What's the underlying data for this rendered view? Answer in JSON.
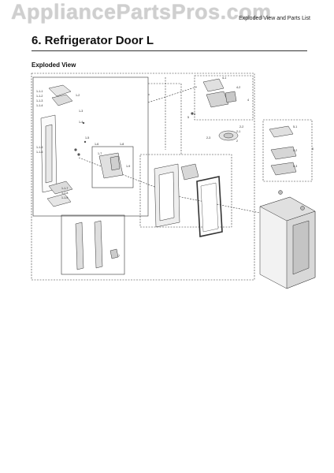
{
  "watermark": {
    "text": "AppliancePartsPros.com"
  },
  "header": {
    "right_text": "Exploded View and Parts List"
  },
  "page": {
    "title": "6.  Refrigerator Door L",
    "section": "Exploded View"
  },
  "diagram": {
    "callouts": [
      "1-1-1",
      "1-1-2",
      "1-1-3",
      "1-1-4",
      "1-1-5",
      "1-1-6",
      "1-1-7",
      "1-1-8",
      "1-1-9",
      "1-2",
      "1-3",
      "1-4",
      "1-5",
      "1-6",
      "1-7",
      "1-8",
      "1-9",
      "2",
      "2-1",
      "2-2",
      "2-3",
      "3",
      "4",
      "4-1",
      "4-2",
      "5",
      "5-1",
      "5-2",
      "5-3",
      "6",
      "7"
    ]
  }
}
